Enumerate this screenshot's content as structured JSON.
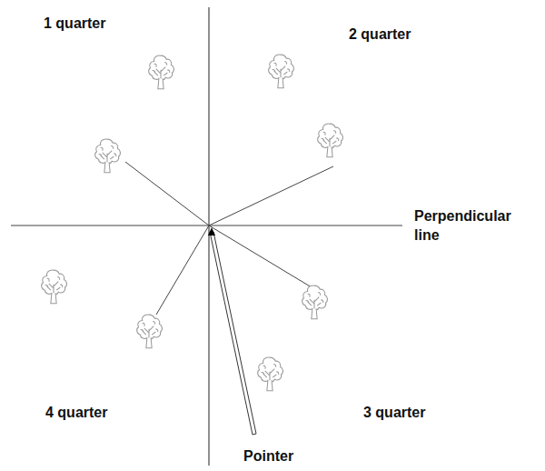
{
  "diagram": {
    "labels": [
      "1 quarter",
      "2 quarter",
      "Perpendicular line",
      "4 quarter",
      "3 quarter",
      "Pointer"
    ]
  }
}
